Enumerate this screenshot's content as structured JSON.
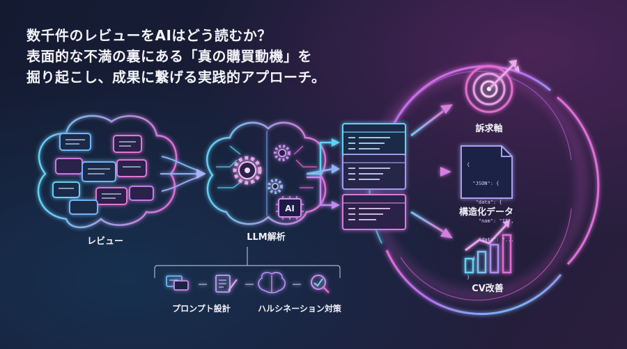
{
  "headline": {
    "line1": "数千件のレビューをAIはどう読むか？",
    "line2": "表面的な不満の裏にある「真の購買動機」を",
    "line3": "掘り起こし、成果に繋げる実践的アプローチ。"
  },
  "nodes": {
    "reviews": "レビュー",
    "llm": "LLM解析",
    "appeal_axis": "訴求軸",
    "structured_data": "構造化データ",
    "cv_improvement": "CV改善"
  },
  "ai_chip": "AI",
  "techniques": {
    "prompt_design": "プロンプト設計",
    "hallucination": "ハルシネーション対策"
  },
  "json_doc": {
    "line1": "{",
    "line2": "  \"JSON\": {",
    "line3": "   \"data\": {",
    "line4": "    \"nam\": \"13\",",
    "line5": "    \"data\": \"...",
    "line6": "  }",
    "line7": "}"
  },
  "colors": {
    "cyan": "#5fd3f5",
    "pink": "#e66bd6",
    "violet": "#a98bf2",
    "headline": "#f4f4fa"
  }
}
